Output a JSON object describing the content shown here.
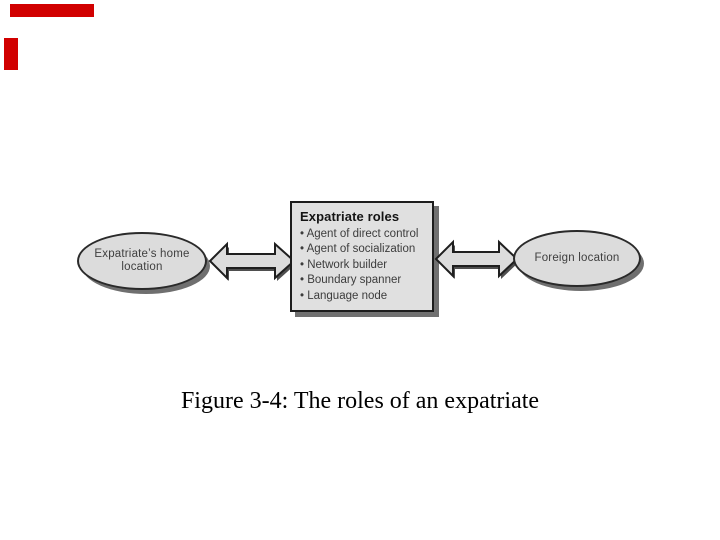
{
  "diagram": {
    "left_ellipse": {
      "line1": "Expatriate’s home",
      "line2": "location"
    },
    "box": {
      "title": "Expatriate roles",
      "bullets": [
        "• Agent of direct control",
        "• Agent of socialization",
        "• Network builder",
        "• Boundary spanner",
        "• Language node"
      ]
    },
    "right_ellipse": {
      "label": "Foreign location"
    }
  },
  "caption": "Figure 3-4: The roles of an expatriate",
  "colors": {
    "decoration_red": "#d10000",
    "shape_fill": "#e0e0e0",
    "shape_border": "#1c1c1c",
    "shape_shadow": "#707070"
  }
}
